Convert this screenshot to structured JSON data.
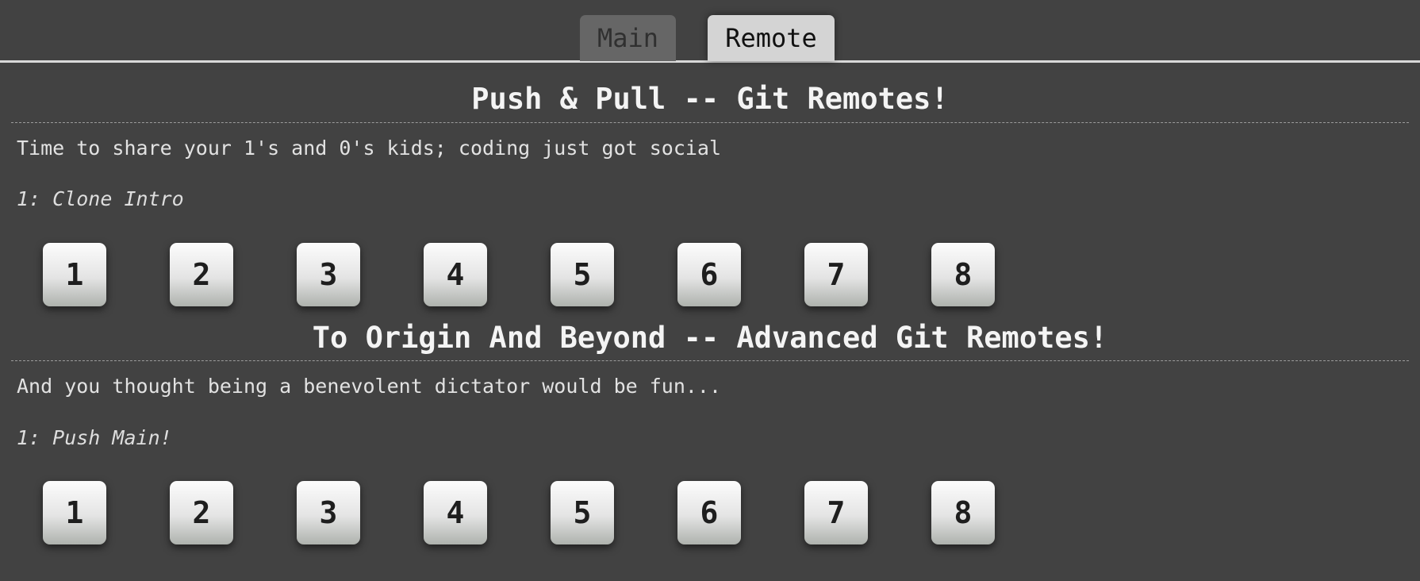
{
  "tabs": [
    {
      "label": "Main",
      "active": false
    },
    {
      "label": "Remote",
      "active": true
    }
  ],
  "sections": [
    {
      "title": "Push & Pull -- Git Remotes!",
      "description": "Time to share your 1's and 0's kids; coding just got social",
      "selected_level": "1: Clone Intro",
      "levels": [
        "1",
        "2",
        "3",
        "4",
        "5",
        "6",
        "7",
        "8"
      ]
    },
    {
      "title": "To Origin And Beyond -- Advanced Git Remotes!",
      "description": "And you thought being a benevolent dictator would be fun...",
      "selected_level": "1: Push Main!",
      "levels": [
        "1",
        "2",
        "3",
        "4",
        "5",
        "6",
        "7",
        "8"
      ]
    }
  ],
  "colors": {
    "background": "#424242",
    "active_tab": "#d4d4d4",
    "inactive_tab": "#666666",
    "level_button": "#e4e4e4"
  }
}
